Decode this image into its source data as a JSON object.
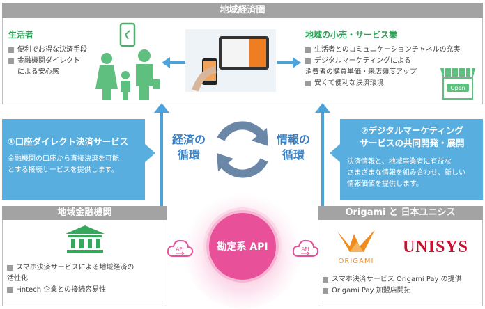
{
  "top": {
    "title": "地域経済圏",
    "consumer": {
      "title": "生活者",
      "items": [
        [
          "便利でお得な決済手段"
        ],
        [
          "金融機関ダイレクト",
          "による安心感"
        ]
      ]
    },
    "retail": {
      "title": "地域の小売・サービス業",
      "items": [
        [
          "生活者とのコミュニケーションチャネルの充実"
        ],
        [
          "デジタルマーケティングによる",
          "消費者の購買単価・来店頻度アップ"
        ],
        [
          "安くて便利な決済環境"
        ]
      ],
      "shop_sign": "Open"
    }
  },
  "left_box": {
    "title": "①口座ダイレクト決済サービス",
    "desc": [
      "金融機関の口座から直接決済を可能",
      "とする接続サービスを提供します。"
    ]
  },
  "right_box": {
    "title": [
      "②デジタルマーケティング",
      "サービスの共同開発・展開"
    ],
    "desc": [
      "決済情報と、地域事業者に有益な",
      "さまざまな情報を組み合わせ、新しい",
      "情報価値を提供します。"
    ]
  },
  "cycle": {
    "left": [
      "経済の",
      "循環"
    ],
    "right": [
      "情報の",
      "循環"
    ]
  },
  "bank": {
    "title": "地域金融機関",
    "items": [
      [
        "スマホ決済サービスによる地域経済の",
        "活性化"
      ],
      [
        "Fintech 企業との接続容易性"
      ]
    ]
  },
  "center": {
    "api_label": "勘定系 API",
    "cloud_label": "API"
  },
  "partners": {
    "title": "Origami と 日本ユニシス",
    "origami_logo": "ORIGAMI",
    "unisys_logo": "UNISYS",
    "items": [
      [
        "スマホ決済サービス Origami Pay の提供"
      ],
      [
        "Origami Pay 加盟店開拓"
      ]
    ]
  },
  "colors": {
    "header_gray": "#a3a3a3",
    "green": "#2e9e57",
    "blue": "#58aede",
    "arrow_blue": "#4aa3db",
    "pink": "#e8519a",
    "cycle_blue": "#3a7fc2",
    "origami_orange": "#f18d1e",
    "unisys_red": "#c8102e"
  }
}
